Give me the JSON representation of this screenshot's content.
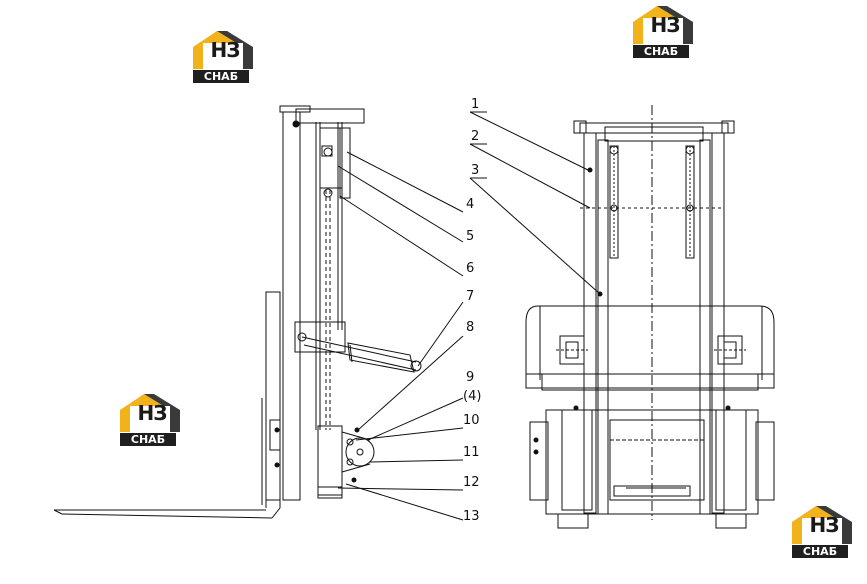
{
  "logo": {
    "top_text": "НЗ",
    "bottom_text": "СНАБ",
    "accent": "#f2b21b",
    "dark": "#1f1f1f"
  },
  "callouts": [
    "1",
    "2",
    "3",
    "4",
    "5",
    "6",
    "7",
    "8",
    "9",
    "(4)",
    "10",
    "11",
    "12",
    "13"
  ]
}
